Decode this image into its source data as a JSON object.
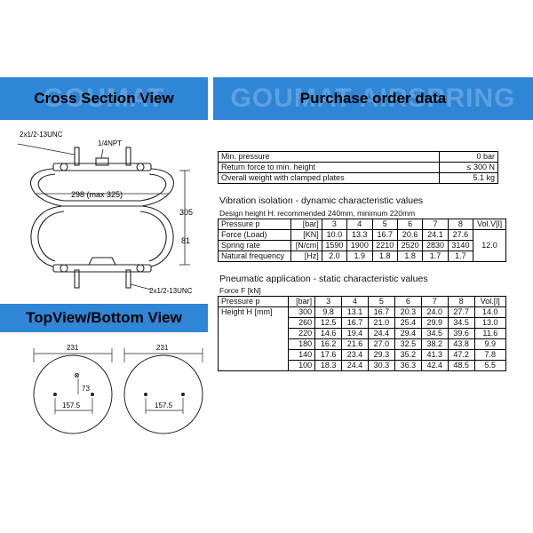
{
  "banners": {
    "cross_section": "Cross Section View",
    "purchase": "Purchase order data",
    "top_view": "TopView/Bottom View",
    "watermark_left": "GOUMAT",
    "watermark_right": "GOUMAT AIRSPRING"
  },
  "cross": {
    "bolt_top": "2x1/2-13UNC",
    "npt": "1/4NPT",
    "width": "298 (max 325)",
    "height": "305",
    "height2": "81",
    "bolt_bottom": "2x1/2-13UNC"
  },
  "top_view": {
    "diam_left": "231",
    "diam_right": "231",
    "offset": "73",
    "spacing_left": "157.5",
    "spacing_right": "157.5"
  },
  "basic": [
    {
      "label": "Min. pressure",
      "value": "0 bar"
    },
    {
      "label": "Return force to min. height",
      "value": "≤ 300 N"
    },
    {
      "label": "Overall weight with clamped plates",
      "value": "5.1 kg"
    }
  ],
  "vibration": {
    "title": "Vibration isolation - dynamic characteristic values",
    "subtitle": "Design height H: recommended 240mm, minimum 220mm",
    "vol_header": "Vol.V[l]",
    "vol_value": "12.0",
    "rows": [
      {
        "label": "Pressure p",
        "unit": "[bar]",
        "values": [
          "3",
          "4",
          "5",
          "6",
          "7",
          "8"
        ]
      },
      {
        "label": "Force (Load)",
        "unit": "[KN]",
        "values": [
          "10.0",
          "13.3",
          "16.7",
          "20.6",
          "24.1",
          "27.6"
        ]
      },
      {
        "label": "Spring rate",
        "unit": "[N/cm]",
        "values": [
          "1590",
          "1900",
          "2210",
          "2520",
          "2830",
          "3140"
        ]
      },
      {
        "label": "Natural frequency",
        "unit": "[Hz]",
        "values": [
          "2.0",
          "1.9",
          "1.8",
          "1.8",
          "1.7",
          "1.7"
        ]
      }
    ]
  },
  "pneumatic": {
    "title": "Pneumatic application - static characteristic values",
    "subtitle": "Force F [kN]",
    "pressure_label": "Pressure p",
    "pressure_unit": "[bar]",
    "pressures": [
      "3",
      "4",
      "5",
      "6",
      "7",
      "8"
    ],
    "vol_header": "Vol.[l]",
    "height_label": "Height H [mm]",
    "rows": [
      {
        "h": "300",
        "values": [
          "9.8",
          "13.1",
          "16.7",
          "20.3",
          "24.0",
          "27.7"
        ],
        "vol": "14.0"
      },
      {
        "h": "260",
        "values": [
          "12.5",
          "16.7",
          "21.0",
          "25.4",
          "29.9",
          "34.5"
        ],
        "vol": "13.0"
      },
      {
        "h": "220",
        "values": [
          "14.6",
          "19.4",
          "24.4",
          "29.4",
          "34.5",
          "39.6"
        ],
        "vol": "11.6"
      },
      {
        "h": "180",
        "values": [
          "16.2",
          "21.6",
          "27.0",
          "32.5",
          "38.2",
          "43.8"
        ],
        "vol": "9.9"
      },
      {
        "h": "140",
        "values": [
          "17.6",
          "23.4",
          "29.3",
          "35.2",
          "41.3",
          "47.2"
        ],
        "vol": "7.8"
      },
      {
        "h": "100",
        "values": [
          "18.3",
          "24.4",
          "30.3",
          "36.3",
          "42.4",
          "48.5"
        ],
        "vol": "5.5"
      }
    ]
  }
}
